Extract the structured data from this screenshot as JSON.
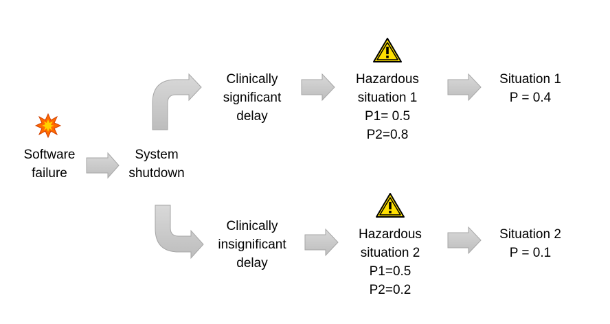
{
  "diagram": {
    "colors": {
      "arrow_fill": "#c8c8c8",
      "arrow_stroke": "#a6a6a6",
      "warning_fill": "#ffe000",
      "warning_stroke": "#000000",
      "explosion_outer": "#ff6a00",
      "explosion_inner": "#ffd200"
    },
    "icons": {
      "start": "explosion-icon",
      "hazard": "warning-triangle-icon"
    },
    "start": {
      "lines": [
        "Software",
        "failure"
      ]
    },
    "shutdown": {
      "lines": [
        "System",
        "shutdown"
      ]
    },
    "branches": [
      {
        "delay": [
          "Clinically",
          "significant",
          "delay"
        ],
        "hazard": [
          "Hazardous",
          "situation 1",
          "P1= 0.5",
          "P2=0.8"
        ],
        "situation": [
          "Situation 1",
          "P = 0.4"
        ]
      },
      {
        "delay": [
          "Clinically",
          "insignificant",
          "delay"
        ],
        "hazard": [
          "Hazardous",
          "situation 2",
          "P1=0.5",
          "P2=0.2"
        ],
        "situation": [
          "Situation 2",
          "P = 0.1"
        ]
      }
    ]
  }
}
